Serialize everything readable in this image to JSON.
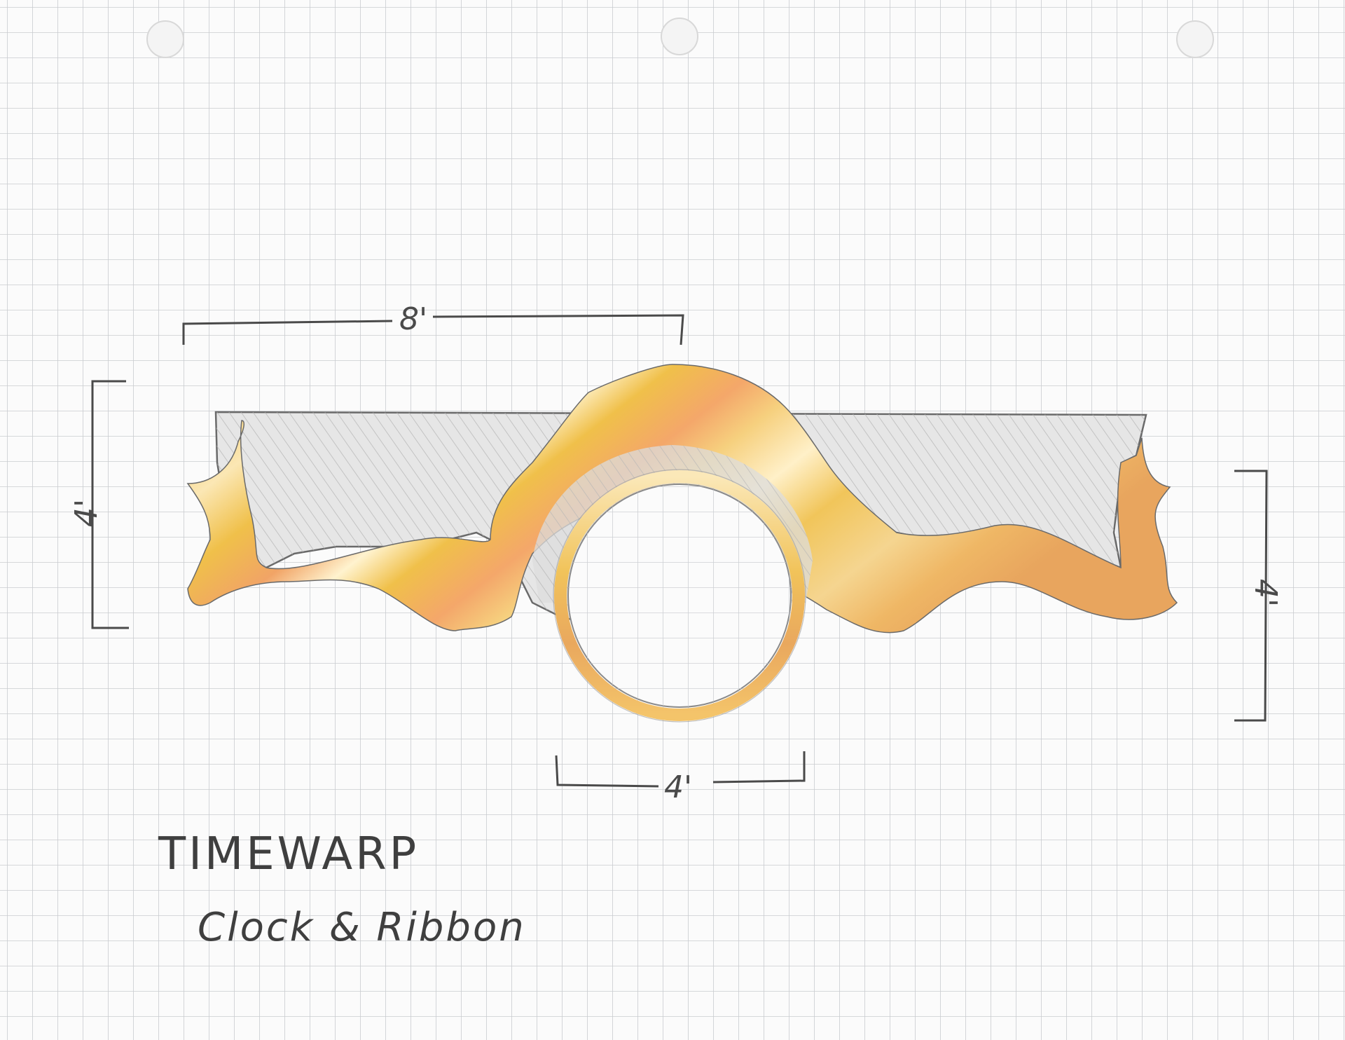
{
  "drawing": {
    "title": "TIMEWARP",
    "subtitle": "Clock & Ribbon",
    "dimensions": {
      "top_width": "8'",
      "left_height": "4'",
      "right_height": "4'",
      "clock_width": "4'"
    }
  },
  "colors": {
    "paper": "#fbfbfb",
    "grid": "#c9ccd0",
    "pencil": "#555555",
    "gold_light": "#fbe3a6",
    "gold_mid": "#f0c04a",
    "gold_dark": "#e8a55e",
    "shading": "#bdbdbd"
  }
}
